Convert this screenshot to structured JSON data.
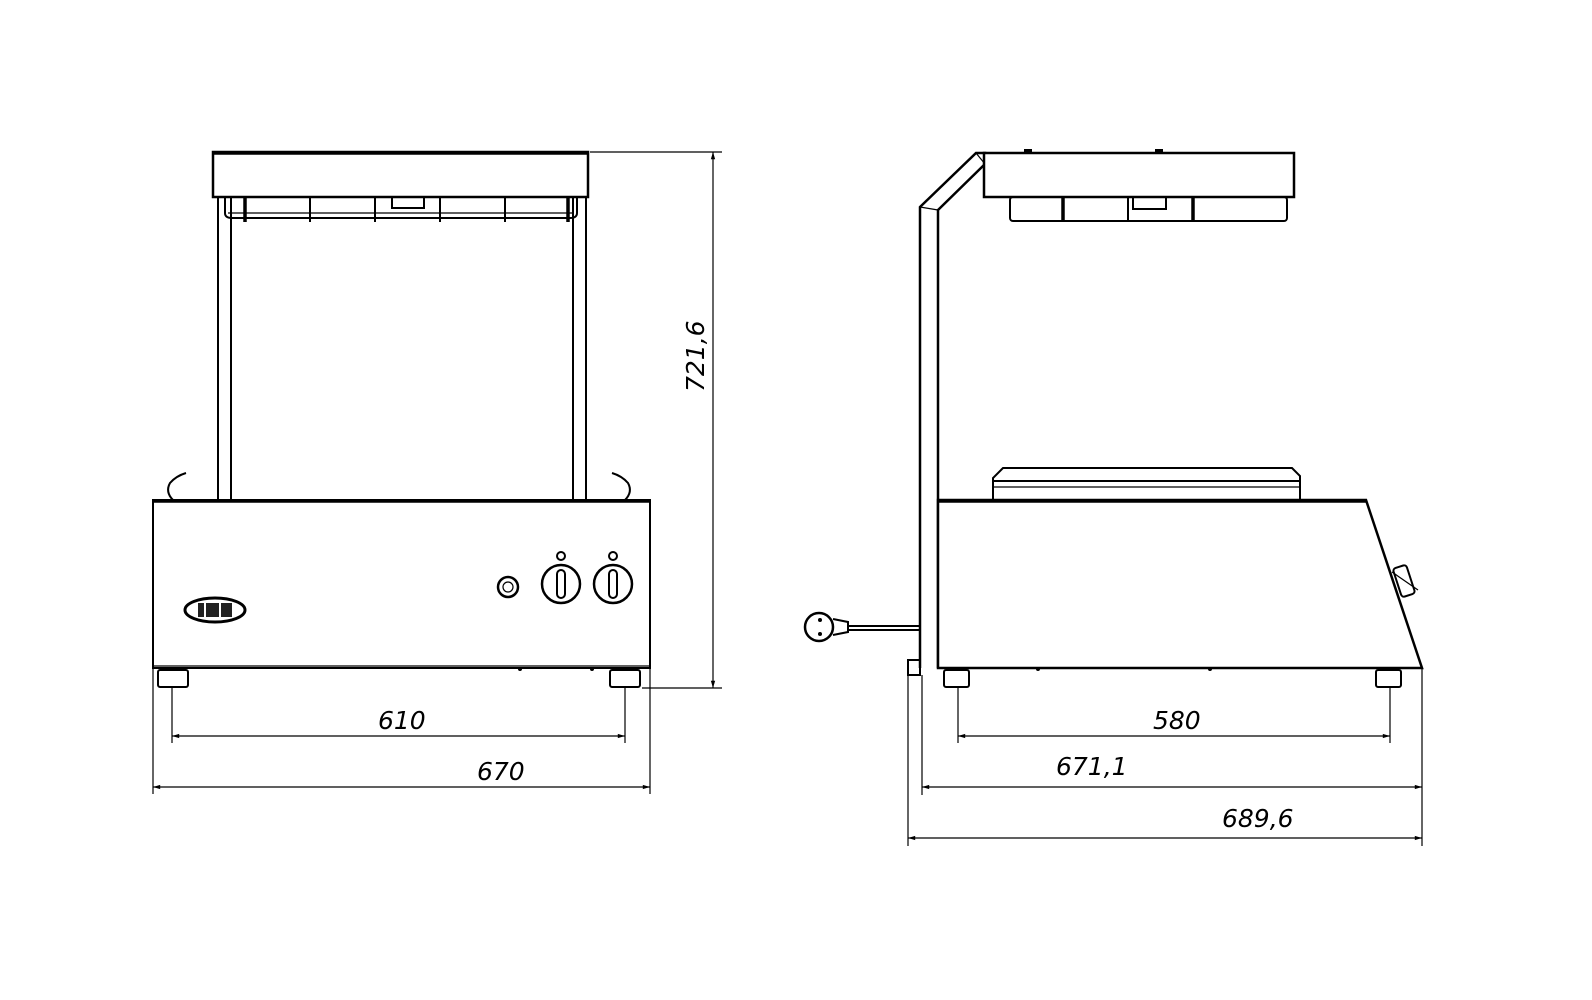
{
  "drawing": {
    "views": [
      "front",
      "side"
    ],
    "front_view": {
      "dimensions": {
        "height": "721,6",
        "feet_spacing": "610",
        "width": "670"
      }
    },
    "side_view": {
      "dimensions": {
        "feet_spacing": "580",
        "depth_body": "671,1",
        "depth_total": "689,6"
      }
    },
    "colors": {
      "line": "#000000",
      "background": "#ffffff"
    }
  }
}
